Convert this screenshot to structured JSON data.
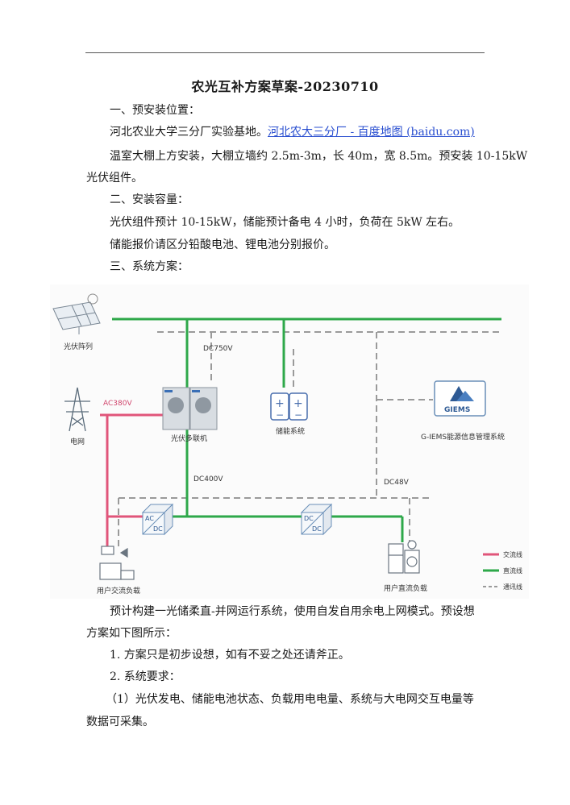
{
  "document": {
    "title": "农光互补方案草案-20230710",
    "section1_heading": "一、预安装位置：",
    "location_text": "河北农业大学三分厂实验基地。",
    "location_link": "河北农大三分厂 - 百度地图 (baidu.com)",
    "install_line1": "温室大棚上方安装，大棚立墙约 2.5m-3m，长 40m，宽 8.5m。预安装 10-15kW",
    "install_line2": "光伏组件。",
    "section2_heading": "二、安装容量：",
    "capacity_text": "光伏组件预计 10-15kW，储能预计备电 4 小时，负荷在 5kW 左右。",
    "quote_text": "储能报价请区分铅酸电池、锂电池分别报价。",
    "section3_heading": "三、系统方案：",
    "para_line1": "预计构建一光储柔直-并网运行系统，使用自发自用余电上网模式。预设想",
    "para_line2": "方案如下图所示：",
    "item1": "1.  方案只是初步设想，如有不妥之处还请斧正。",
    "item2": "2.  系统要求：",
    "req_line1": "（1）光伏发电、储能电池状态、负载用电电量、系统与大电网交互电量等",
    "req_line2": "数据可采集。"
  },
  "diagram": {
    "pv_array": "光伏阵列",
    "dc750": "DC750V",
    "grid": "电网",
    "ac380": "AC380V",
    "pv_unit": "光伏多联机",
    "storage": "储能系统",
    "giems_logo": "GIEMS",
    "giems_label": "G-IEMS能源信息管理系统",
    "dc400": "DC400V",
    "dc48": "DC48V",
    "acdc_ac": "AC",
    "acdc_dc": "DC",
    "dcdc_dc1": "DC",
    "dcdc_dc2": "DC",
    "ac_load": "用户交流负载",
    "dc_load": "用户直流负载",
    "legend_ac": "交流线",
    "legend_dc": "直流线",
    "legend_comm": "通讯线",
    "colors": {
      "ac_line": "#e0557a",
      "dc_line": "#2ea84a",
      "comm_line": "#9a9a9a"
    }
  }
}
